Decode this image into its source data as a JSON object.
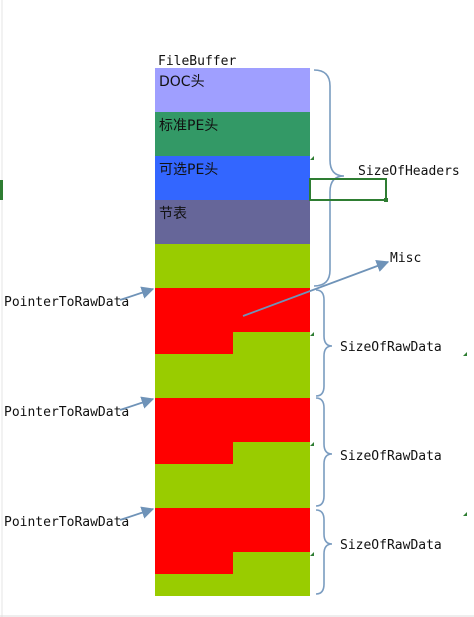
{
  "title": "FileBuffer",
  "blocks": {
    "doc_header": {
      "label": "DOC头",
      "color": "#9f9fff"
    },
    "std_pe_header": {
      "label": "标准PE头",
      "color": "#339966"
    },
    "opt_pe_header": {
      "label": "可选PE头",
      "color": "#3366ff"
    },
    "section_table": {
      "label": "节表",
      "color": "#666699"
    }
  },
  "colors": {
    "section_data": "#ff0000",
    "padding": "#99cc00",
    "brace": "#7a9cc0",
    "arrow": "#6f93b8",
    "selection": "#2e7d32"
  },
  "headers_brace_label": "SizeOfHeaders",
  "misc_label": "Misc",
  "sections": [
    {
      "pointer_label": "PointerToRawData",
      "size_label": "SizeOfRawData"
    },
    {
      "pointer_label": "PointerToRawData",
      "size_label": "SizeOfRawData"
    },
    {
      "pointer_label": "PointerToRawData",
      "size_label": "SizeOfRawData"
    }
  ]
}
